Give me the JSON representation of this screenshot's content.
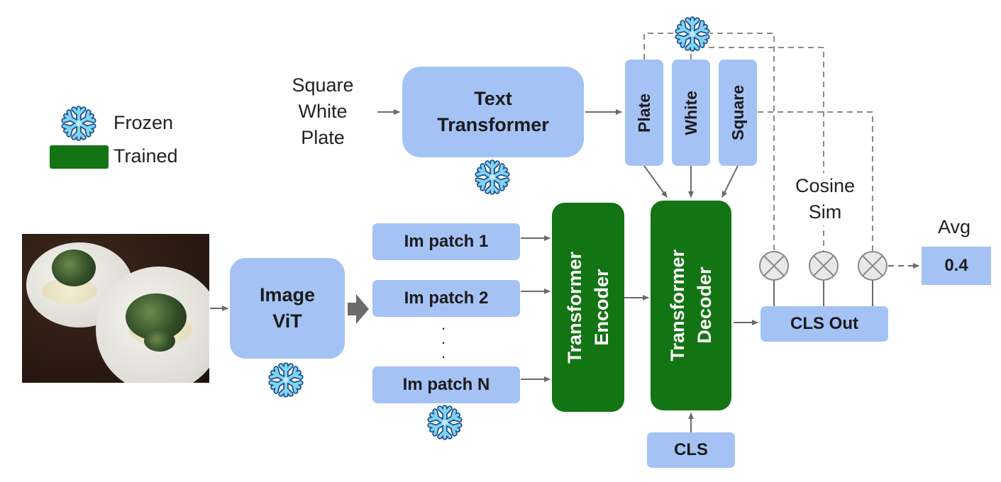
{
  "legend": {
    "frozen_label": "Frozen",
    "trained_label": "Trained",
    "trained_color": "#137413"
  },
  "colors": {
    "frozen_box": "#a4c2f4",
    "trained_box": "#137413",
    "arrow": "#6b6b6b"
  },
  "text_input": {
    "line1": "Square",
    "line2": "White",
    "line3": "Plate"
  },
  "text_transformer": {
    "line1": "Text",
    "line2": "Transformer"
  },
  "tokens": [
    "Plate",
    "White",
    "Square"
  ],
  "image_vit": {
    "line1": "Image",
    "line2": "ViT"
  },
  "patches": [
    "Im patch 1",
    "Im patch 2",
    "Im patch N"
  ],
  "ellipsis": ".\n.\n.",
  "encoder": {
    "line1": "Transformer",
    "line2": "Encoder"
  },
  "decoder": {
    "line1": "Transformer",
    "line2": "Decoder"
  },
  "cls_in": "CLS",
  "cls_out": "CLS Out",
  "cosine": {
    "line1": "Cosine",
    "line2": "Sim"
  },
  "avg": {
    "label": "Avg",
    "value": "0.4"
  },
  "icons": {
    "frozen": "snowflake-icon",
    "multiply": "circled-times-icon"
  }
}
